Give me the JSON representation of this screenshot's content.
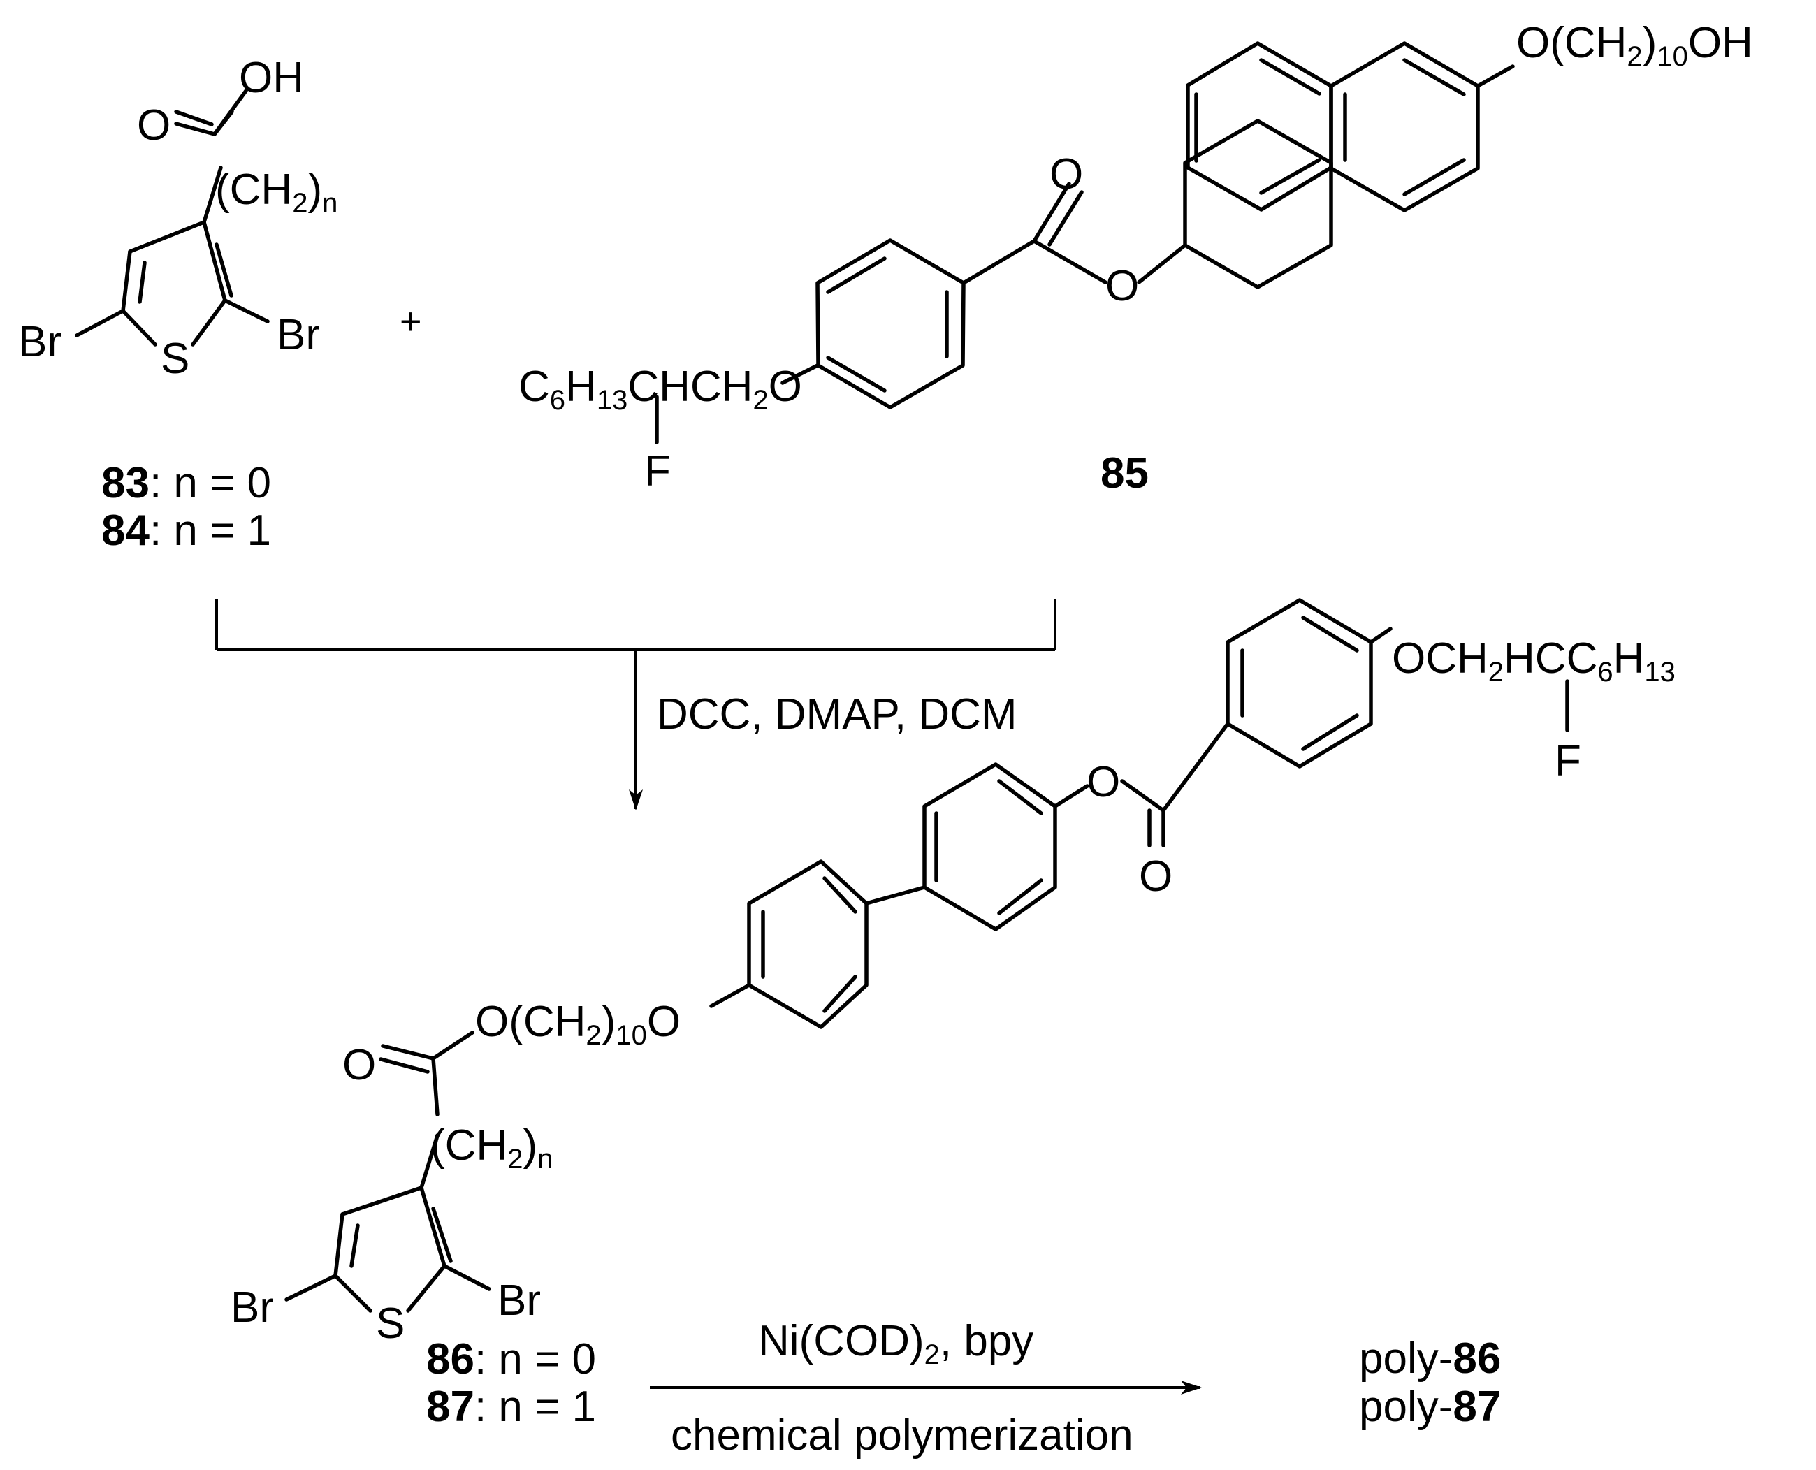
{
  "reactant_83_84": {
    "atoms": {
      "oh": "OH",
      "o": "O",
      "ch": "(CH",
      "two": "2",
      "paren": ")",
      "n": "n",
      "br_left": "Br",
      "br_right": "Br",
      "s": "S"
    },
    "label_line1": {
      "num": "83",
      "rest": ": n = 0"
    },
    "label_line2": {
      "num": "84",
      "rest": ": n = 1"
    }
  },
  "plus_sign": "+",
  "reactant_85": {
    "tail_start": "O(CH",
    "tail_sub_2": "2",
    "tail_paren": ")",
    "tail_sub_10": "10",
    "tail_end": "OH",
    "carbonyl_o": "O",
    "ester_o": "O",
    "chain_c": "C",
    "chain_sub_6": "6",
    "chain_h": "H",
    "chain_sub_13": "13",
    "chain_chch": "CHCH",
    "chain_sub_2": "2",
    "chain_o": "O",
    "fluorine": "F",
    "label": "85"
  },
  "step1_conditions": "DCC, DMAP, DCM",
  "product_86_87": {
    "top_chain_o": "OCH",
    "top_chain_sub_2": "2",
    "top_chain_hc": "HC",
    "top_chain_c": "C",
    "top_chain_sub_6": "6",
    "top_chain_h": "H",
    "top_chain_sub_13": "13",
    "top_fluorine": "F",
    "ester_o": "O",
    "carbonyl_o": "O",
    "linker_start": "O(CH",
    "linker_sub_2": "2",
    "linker_paren": ")",
    "linker_sub_10": "10",
    "linker_end": "O",
    "acid_o": "O",
    "ch": "(CH",
    "two": "2",
    "paren": ")",
    "n": "n",
    "br_left": "Br",
    "br_right": "Br",
    "s": "S",
    "label_line1": {
      "num": "86",
      "rest": ": n = 0"
    },
    "label_line2": {
      "num": "87",
      "rest": ": n = 1"
    }
  },
  "step2": {
    "reagent_main": "Ni(COD)",
    "reagent_sub": "2",
    "reagent_rest": ", bpy",
    "condition": "chemical polymerization"
  },
  "products": {
    "line1_prefix": "poly-",
    "line1_num": "86",
    "line2_prefix": "poly-",
    "line2_num": "87"
  }
}
